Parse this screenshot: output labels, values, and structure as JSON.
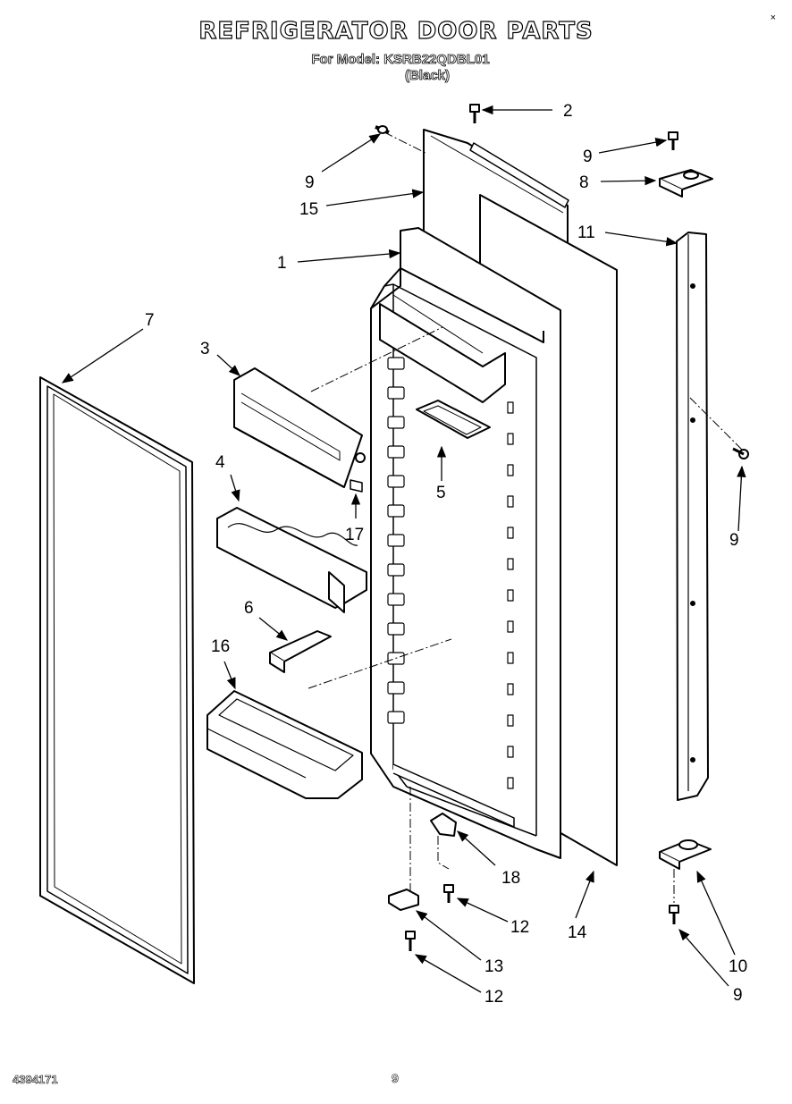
{
  "header": {
    "title": "REFRIGERATOR DOOR PARTS",
    "model_line": "For Model: KSRB22QDBL01",
    "color_line": "(Black)",
    "corner_mark": "×"
  },
  "footer": {
    "doc_number": "4394171",
    "page": "9"
  },
  "callouts": {
    "c1": "1",
    "c2": "2",
    "c3": "3",
    "c4": "4",
    "c5": "5",
    "c6": "6",
    "c7": "7",
    "c8": "8",
    "c9a": "9",
    "c9b": "9",
    "c9c": "9",
    "c9d": "9",
    "c10": "10",
    "c11": "11",
    "c12a": "12",
    "c12b": "12",
    "c13": "13",
    "c14": "14",
    "c15": "15",
    "c16": "16",
    "c17": "17",
    "c18": "18"
  }
}
